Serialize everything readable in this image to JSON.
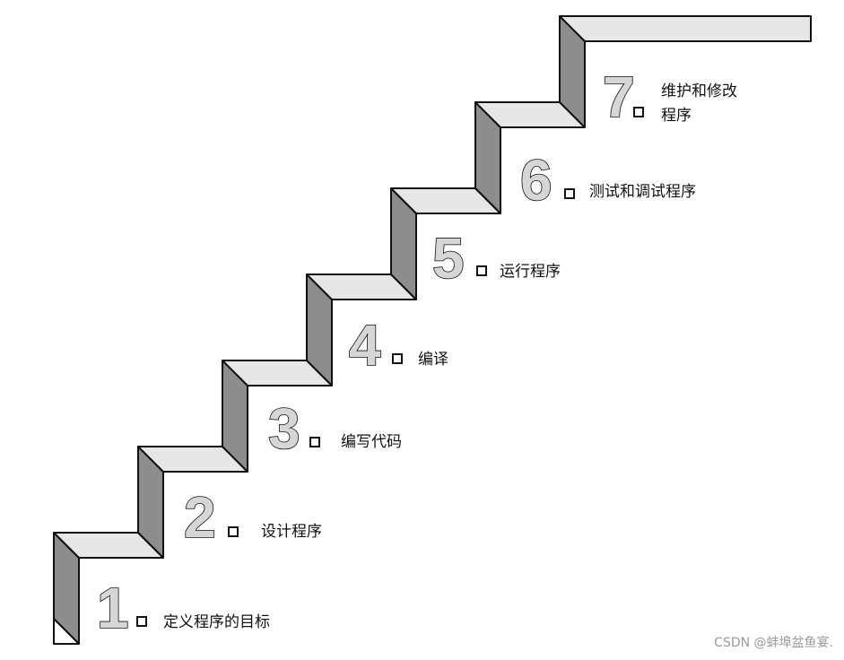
{
  "steps": [
    {
      "number": "1",
      "label": "定义程序的目标"
    },
    {
      "number": "2",
      "label": "设计程序"
    },
    {
      "number": "3",
      "label": "编写代码"
    },
    {
      "number": "4",
      "label": "编译"
    },
    {
      "number": "5",
      "label": "运行程序"
    },
    {
      "number": "6",
      "label": "测试和调试程序"
    },
    {
      "number": "7",
      "label_line1": "维护和修改",
      "label_line2": "程序"
    }
  ],
  "watermark": "CSDN @蚌埠盆鱼宴.",
  "colors": {
    "tread": "#e6e6e6",
    "riser": "#8d8d8d",
    "outline": "#111111",
    "number_fill": "#d6d6d6"
  }
}
